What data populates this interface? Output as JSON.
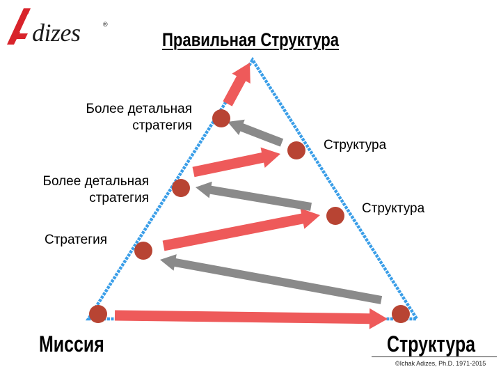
{
  "logo": {
    "text": "dizes",
    "registered": "®",
    "accent_color": "#d8232a"
  },
  "title": "Правильная Структура",
  "labels": {
    "strategy_detail_top": [
      "Более детальная",
      "стратегия"
    ],
    "strategy_detail_mid": [
      "Более детальная",
      "стратегия"
    ],
    "strategy": "Стратегия",
    "structure_top": "Структура",
    "structure_mid": "Структура",
    "mission": "Миссия",
    "structure_bottom": "Структура"
  },
  "copyright": "©Ichak Adizes, Ph.D. 1971-2015",
  "colors": {
    "triangle": "#3a9ee8",
    "node": "#b84433",
    "forward_arrow": "#ee5a5a",
    "back_arrow": "#8a8a8a"
  }
}
